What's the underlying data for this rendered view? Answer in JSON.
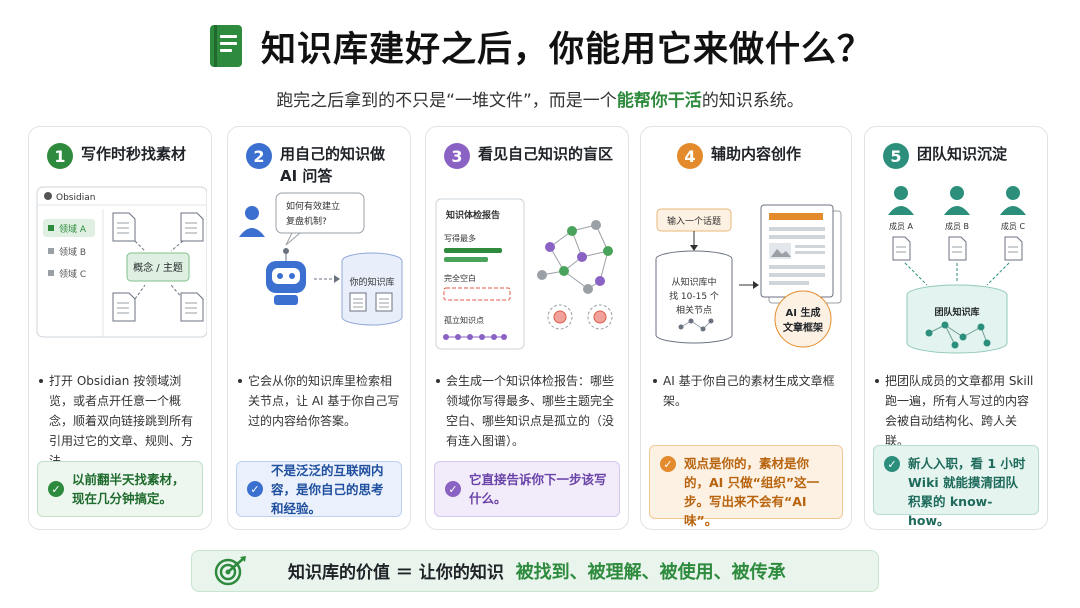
{
  "header": {
    "title": "知识库建好之后，你能用它来做什么？",
    "subtitle_pre": "跑完之后拿到的不只是“一堆文件”，而是一个",
    "subtitle_hl": "能帮你干活",
    "subtitle_post": "的知识系统。"
  },
  "colors": {
    "green": "#2e8b3e",
    "blue": "#3b6fd0",
    "purple": "#8a62c4",
    "orange": "#e38b2c",
    "teal": "#2b8f7c"
  },
  "cards": [
    {
      "num": "1",
      "title": "写作时秒找素材",
      "illus": {
        "app_name": "Obsidian",
        "items": [
          "领域 A",
          "领域 B",
          "领域 C"
        ],
        "center_label": "概念 / 主题"
      },
      "bullet": "打开 Obsidian 按领域浏览，或者点开任意一个概念，顺着双向链接跳到所有引用过它的文章、规则、方法。",
      "callout": "以前翻半天找素材，现在几分钟搞定。"
    },
    {
      "num": "2",
      "title": "用自己的知识做 AI 问答",
      "illus": {
        "question": "如何有效建立复盘机制?",
        "db_label": "你的知识库"
      },
      "bullet": "它会从你的知识库里检索相关节点，让 AI 基于你自己写过的内容给你答案。",
      "callout": "不是泛泛的互联网内容，是你自己的思考和经验。"
    },
    {
      "num": "3",
      "title": "看见自己知识的盲区",
      "illus": {
        "report_title": "知识体检报告",
        "row1": "写得最多",
        "row2": "完全空白",
        "row3": "孤立知识点"
      },
      "bullet": "会生成一个知识体检报告：哪些领域你写得最多、哪些主题完全空白、哪些知识点是孤立的（没有连入图谱）。",
      "callout": "它直接告诉你下一步该写什么。"
    },
    {
      "num": "4",
      "title": "辅助内容创作",
      "illus": {
        "input_label": "输入一个话题",
        "db_text": "从知识库中找 10-15 个相关节点",
        "ai_label": "AI 生成文章框架"
      },
      "bullet": "AI 基于你自己的素材生成文章框架。",
      "callout": "观点是你的，素材是你的，AI 只做“组织”这一步。写出来不会有“AI 味”。"
    },
    {
      "num": "5",
      "title": "团队知识沉淀",
      "illus": {
        "members": [
          "成员 A",
          "成员 B",
          "成员 C"
        ],
        "db_label": "团队知识库"
      },
      "bullet": "把团队成员的文章都用 Skill 跑一遍，所有人写过的内容会被自动结构化、跨人关联。",
      "callout": "新人入职，看 1 小时 Wiki 就能摸清团队积累的 know-how。"
    }
  ],
  "footer": {
    "pre": "知识库的价值 ＝ 让你的知识",
    "accent": "被找到、被理解、被使用、被传承"
  }
}
